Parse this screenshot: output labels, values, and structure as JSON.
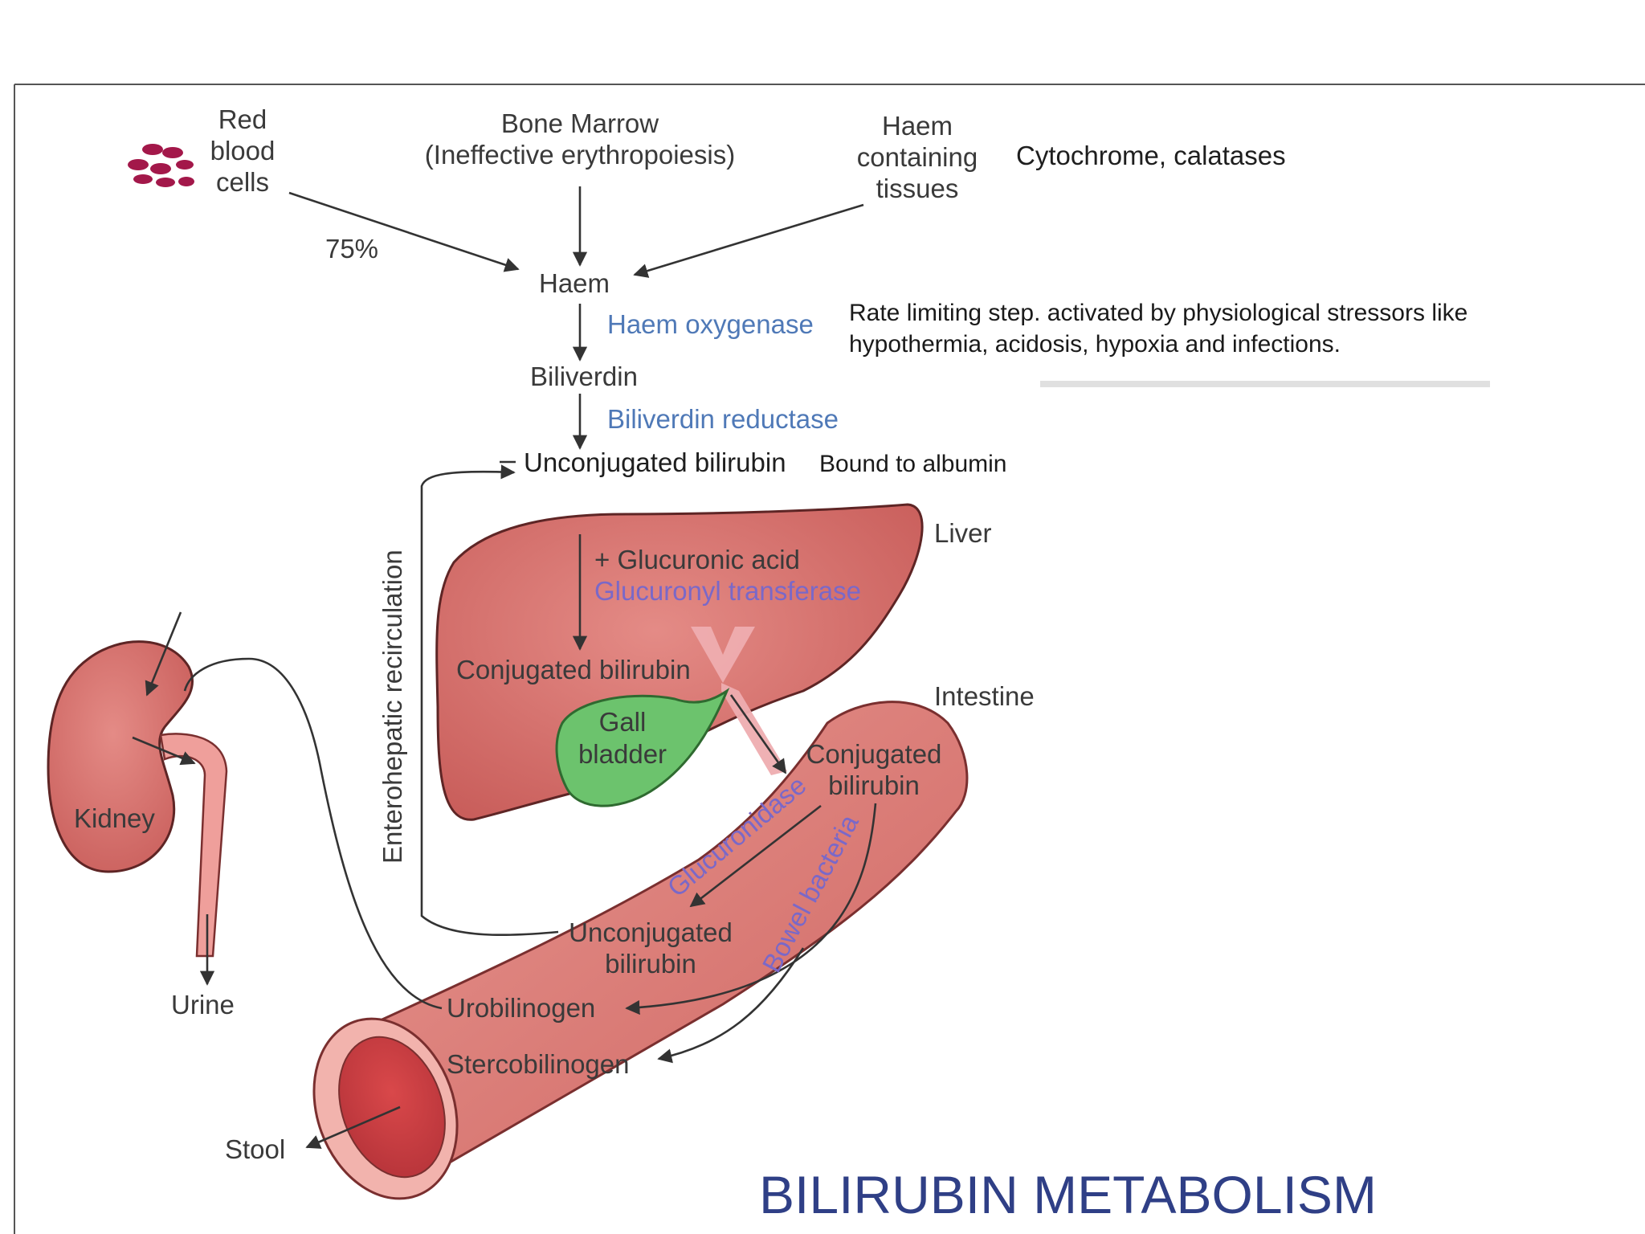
{
  "diagram": {
    "sources": {
      "rbc_line1": "Red",
      "rbc_line2": "blood",
      "rbc_line3": "cells",
      "rbc_percent": "75%",
      "marrow_line1": "Bone Marrow",
      "marrow_line2": "(Ineffective erythropoiesis)",
      "tissues_line1": "Haem",
      "tissues_line2": "containing",
      "tissues_line3": "tissues",
      "tissues_note": "Cytochrome, calatases"
    },
    "pathway": {
      "haem": "Haem",
      "enzyme1": "Haem oxygenase",
      "enzyme1_note_line1": "Rate limiting step. activated by physiological stressors like",
      "enzyme1_note_line2": "hypothermia, acidosis, hypoxia and infections.",
      "biliverdin": "Biliverdin",
      "enzyme2": "Biliverdin reductase",
      "unconjugated": "Unconjugated bilirubin",
      "albumin_note": "Bound to albumin"
    },
    "liver": {
      "label": "Liver",
      "glucuronic": "+ Glucuronic acid",
      "transferase": "Glucuronyl transferase",
      "conjugated": "Conjugated bilirubin",
      "gallbladder_line1": "Gall",
      "gallbladder_line2": "bladder"
    },
    "intestine": {
      "label": "Intestine",
      "conj_line1": "Conjugated",
      "conj_line2": "bilirubin",
      "glucuronidase": "Glucuronidase",
      "bowel_bacteria": "Bowel bacteria",
      "unconj_line1": "Unconjugated",
      "unconj_line2": "bilirubin",
      "urobilinogen": "Urobilinogen",
      "stercobilinogen": "Stercobilinogen",
      "stool": "Stool"
    },
    "kidney": {
      "label": "Kidney",
      "urine": "Urine"
    },
    "recirculation": "Enterohepatic recirculation",
    "title": "BILIRUBIN METABOLISM"
  }
}
